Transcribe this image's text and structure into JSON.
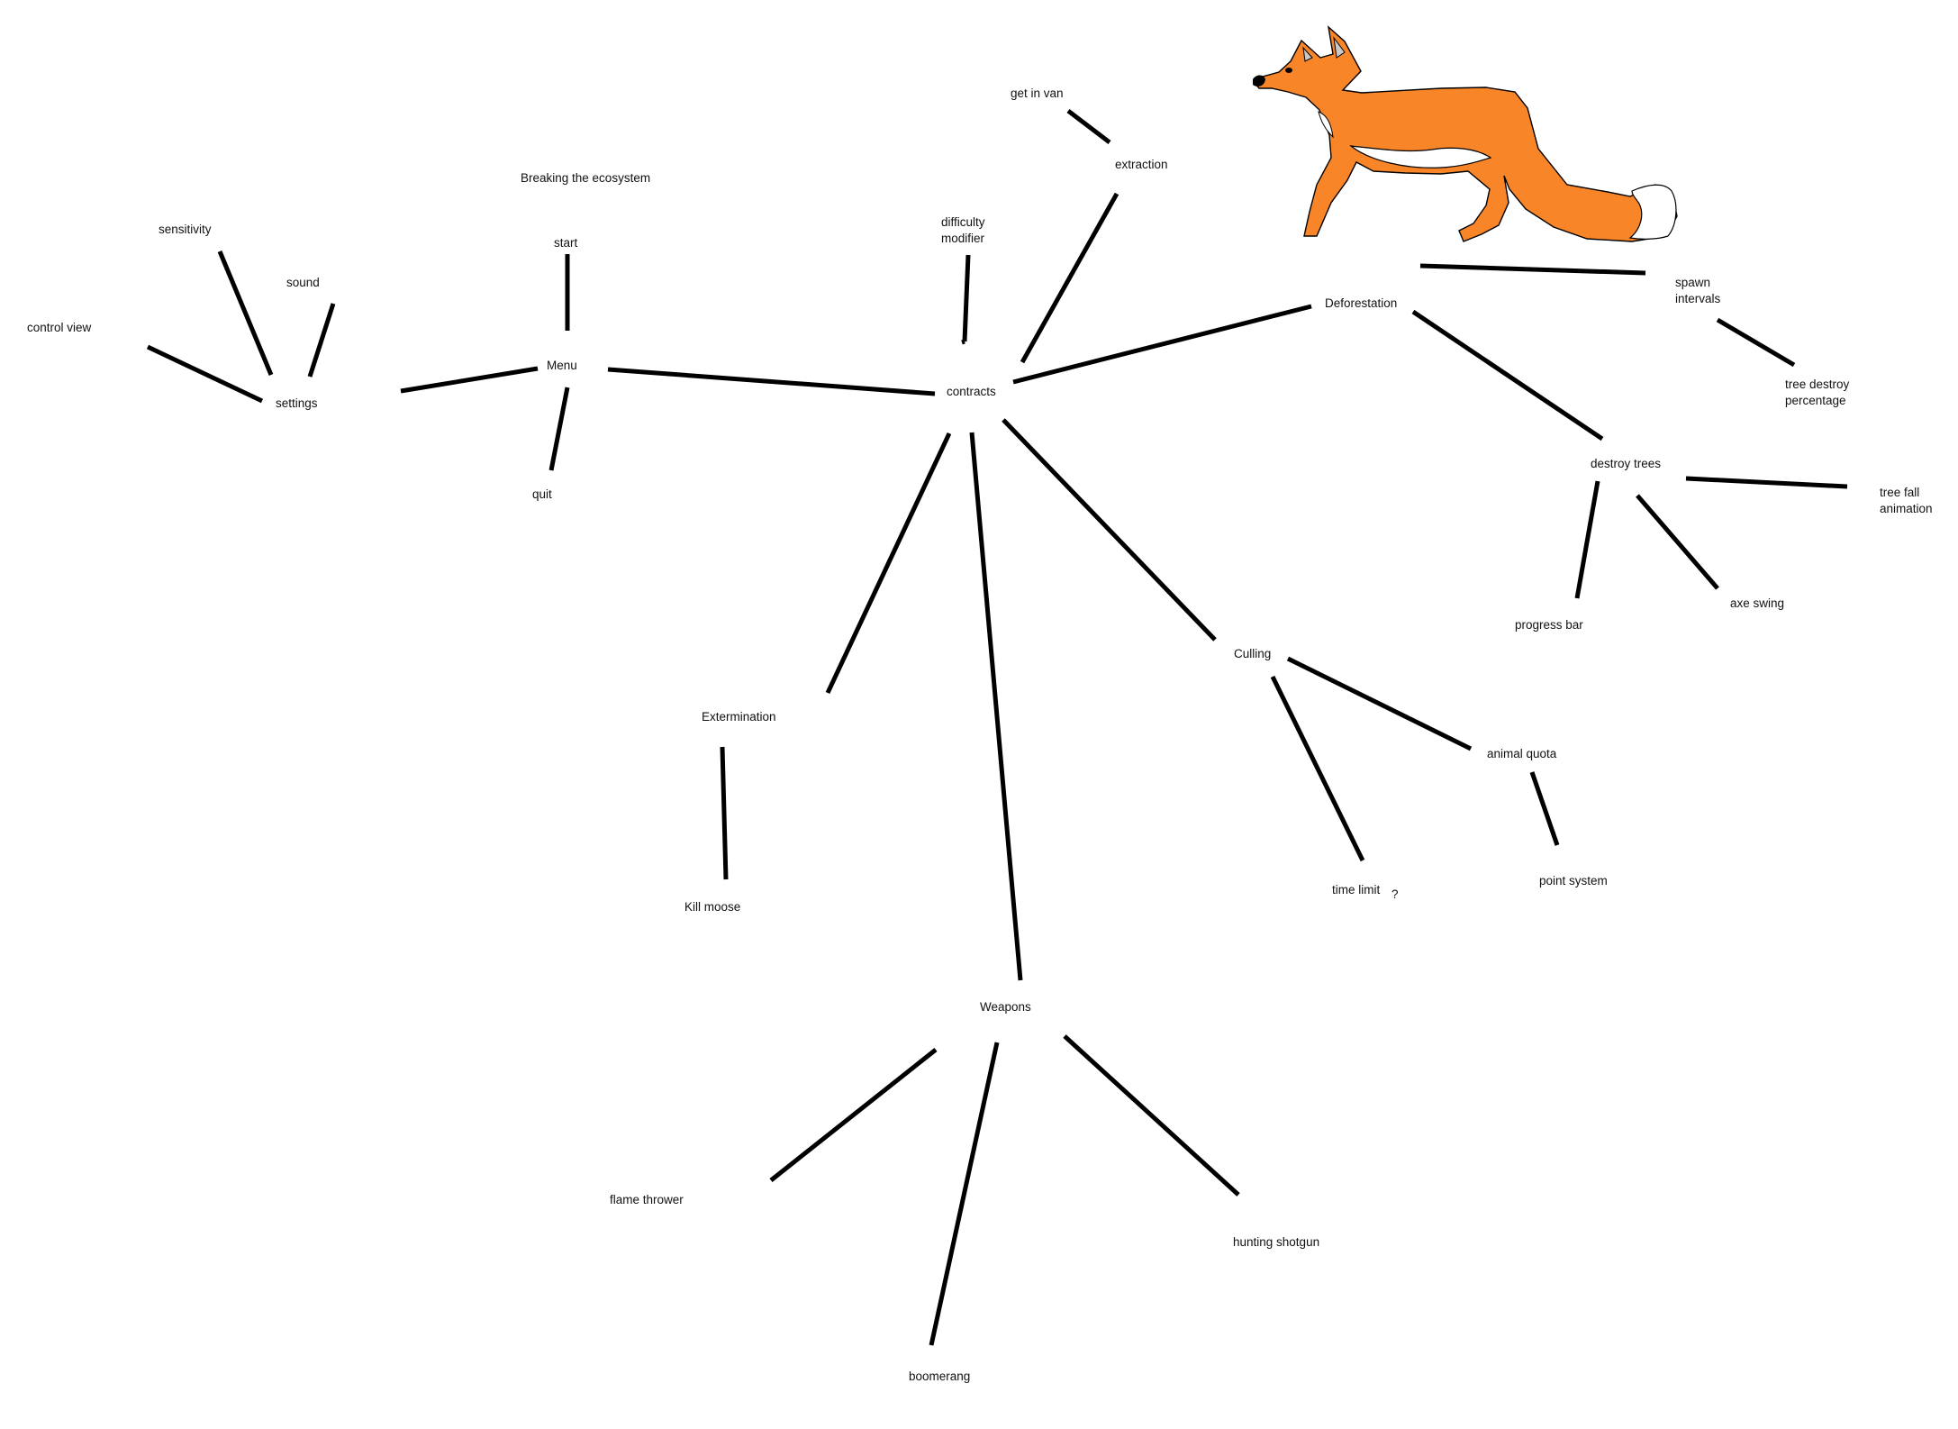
{
  "title": "Breaking the ecosystem",
  "nodes": {
    "start": "start",
    "menu": "Menu",
    "quit": "quit",
    "settings": "settings",
    "control_view": "control view",
    "sensitivity": "sensitivity",
    "sound": "sound",
    "contracts": "contracts",
    "difficulty_modifier": [
      "difficulty",
      "modifier"
    ],
    "extraction": "extraction",
    "get_in_van": "get in van",
    "deforestation": "Deforestation",
    "spawn_intervals": [
      "spawn",
      "intervals"
    ],
    "tree_destroy_percentage": [
      "tree destroy",
      "percentage"
    ],
    "destroy_trees": "destroy trees",
    "tree_fall_animation": [
      "tree fall",
      "animation"
    ],
    "progress_bar": "progress bar",
    "axe_swing": "axe swing",
    "culling": "Culling",
    "animal_quota": "animal quota",
    "point_system": "point system",
    "time_limit": "time limit",
    "time_limit_mark": "?",
    "extermination": "Extermination",
    "kill_moose": "Kill moose",
    "weapons": "Weapons",
    "flame_thrower": "flame thrower",
    "boomerang": "boomerang",
    "hunting_shotgun": "hunting shotgun"
  },
  "colors": {
    "line": "#000000",
    "text": "#111111",
    "fox_fur": "#F98529",
    "fox_outline": "#000000",
    "fox_belly": "#FFFFFF",
    "fox_ear_inner": "#C8C8C8"
  },
  "illustration": "fox"
}
